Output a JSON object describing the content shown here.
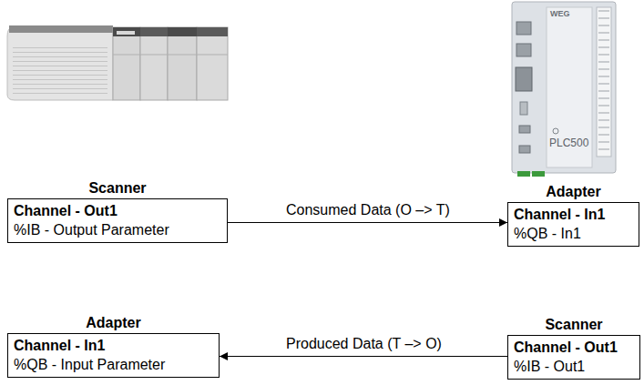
{
  "diagram": {
    "nodes": [
      {
        "text": [
          "Scanner",
          "Channel - Out1",
          "%IB - Output Parameter"
        ]
      },
      {
        "text": [
          "Adapter",
          "Channel - In1",
          "%QB - In1"
        ]
      },
      {
        "text": [
          "Adapter",
          "Channel - In1",
          "%QB - Input Parameter"
        ]
      },
      {
        "text": [
          "Scanner",
          "Channel - Out1",
          "%IB - Out1"
        ]
      }
    ],
    "edges": [
      {
        "from": 0,
        "to": 1,
        "arrow": "to",
        "label": "Consumed Data (O –> T)"
      },
      {
        "from": 3,
        "to": 2,
        "arrow": "to",
        "label": "Produced Data (T –> O)"
      }
    ],
    "labels": [
      "WEG",
      "PLC500"
    ]
  }
}
